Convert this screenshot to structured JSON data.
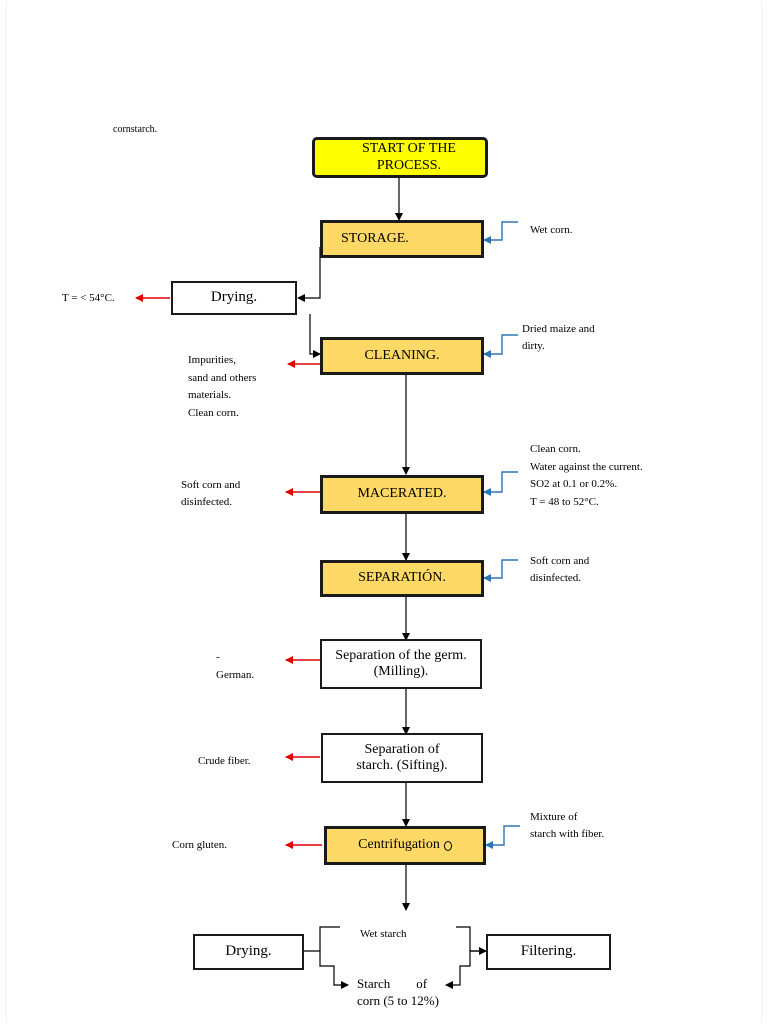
{
  "header_note": "cornstarch.",
  "nodes": {
    "start": "START OF THE PROCESS.",
    "storage": "STORAGE.",
    "drying_top": "Drying.",
    "cleaning": "CLEANING.",
    "macerated": "MACERATED.",
    "separation": "SEPARATIÓN.",
    "germ": [
      "Separation of the germ.",
      "(Milling)."
    ],
    "starch": [
      "Separation of",
      "starch. (Sifting)."
    ],
    "centrifugation": "Centrifugation",
    "drying_bottom": "Drying.",
    "filtering": "Filtering."
  },
  "labels": {
    "temp_out": "T = < 54°C.",
    "wet_corn": "Wet corn.",
    "dried_maize": [
      "Dried   maize   and",
      "dirty."
    ],
    "impurities": [
      "Impurities,",
      "sand and others",
      "materials.",
      "Clean corn."
    ],
    "clean_inputs": [
      "Clean corn.",
      "Water against the current.",
      "SO2 at 0.1 or 0.2%.",
      "T = 48 to 52°C."
    ],
    "soft_corn_out": [
      "Soft corn  and",
      "disinfected."
    ],
    "soft_corn_in": [
      "Soft corn  and",
      "disinfected."
    ],
    "german_dash": "-",
    "german": "German.",
    "crude_fiber": "Crude fiber.",
    "mixture": [
      "Mixture of",
      "starch with fiber."
    ],
    "corn_gluten": "Corn gluten.",
    "wet_starch": "Wet starch",
    "final_product": [
      "Starch        of",
      "corn (5 to 12%)"
    ]
  },
  "colors": {
    "start_fill": "#ffff00",
    "process_fill": "#ffd966",
    "output_arrow": "#e00000",
    "input_arrow": "#2e75b6"
  }
}
